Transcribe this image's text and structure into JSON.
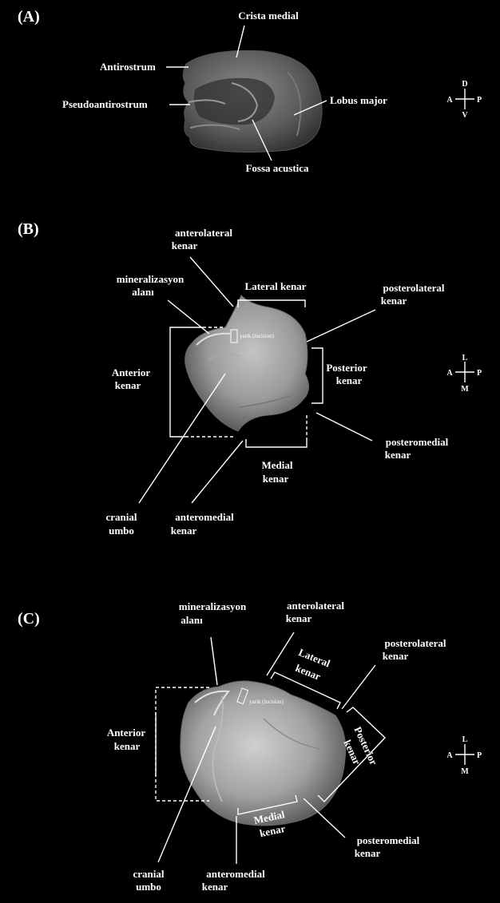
{
  "panels": {
    "a": {
      "letter": "(A)",
      "crista_medial": "Crista medial",
      "antirostrum": "Antirostrum",
      "pseudoantirostrum": "Pseudoantirostrum",
      "lobus_major": "Lobus major",
      "fossa_acustica": "Fossa acustica",
      "compass": {
        "top": "D",
        "bottom": "V",
        "left": "A",
        "right": "P"
      }
    },
    "b": {
      "letter": "(B)",
      "anterolateral": [
        "anterolateral",
        "kenar"
      ],
      "mineralization": [
        "mineralizasyon",
        "alanı"
      ],
      "lateral": "Lateral kenar",
      "posterolateral": [
        "posterolateral",
        "kenar"
      ],
      "incision": "yarık (incision)",
      "anterior": [
        "Anterior",
        "kenar"
      ],
      "posterior": [
        "Posterior",
        "kenar"
      ],
      "posteromedial": [
        "posteromedial",
        "kenar"
      ],
      "medial": [
        "Medial",
        "kenar"
      ],
      "cranial_umbo": [
        "cranial",
        "umbo"
      ],
      "anteromedial": [
        "anteromedial",
        "kenar"
      ],
      "compass": {
        "top": "L",
        "bottom": "M",
        "left": "A",
        "right": "P"
      }
    },
    "c": {
      "letter": "(C)",
      "mineralization": [
        "mineralizasyon",
        "alanı"
      ],
      "anterolateral": [
        "anterolateral",
        "kenar"
      ],
      "lateral": [
        "Lateral",
        "kenar"
      ],
      "posterolateral": [
        "posterolateral",
        "kenar"
      ],
      "incision": "yarık (incision)",
      "anterior": [
        "Anterior",
        "kenar"
      ],
      "posterior": [
        "Posterior",
        "kenar"
      ],
      "posteromedial": [
        "posteromedial",
        "kenar"
      ],
      "medial": [
        "Medial",
        "kenar"
      ],
      "cranial_umbo": [
        "cranial",
        "umbo"
      ],
      "anteromedial": [
        "anteromedial",
        "kenar"
      ],
      "compass": {
        "top": "L",
        "bottom": "M",
        "left": "A",
        "right": "P"
      }
    }
  },
  "colors": {
    "background": "#000000",
    "text": "#ffffff",
    "otolith_light": "#b8b8b8",
    "otolith_dark": "#3c3c3c"
  }
}
